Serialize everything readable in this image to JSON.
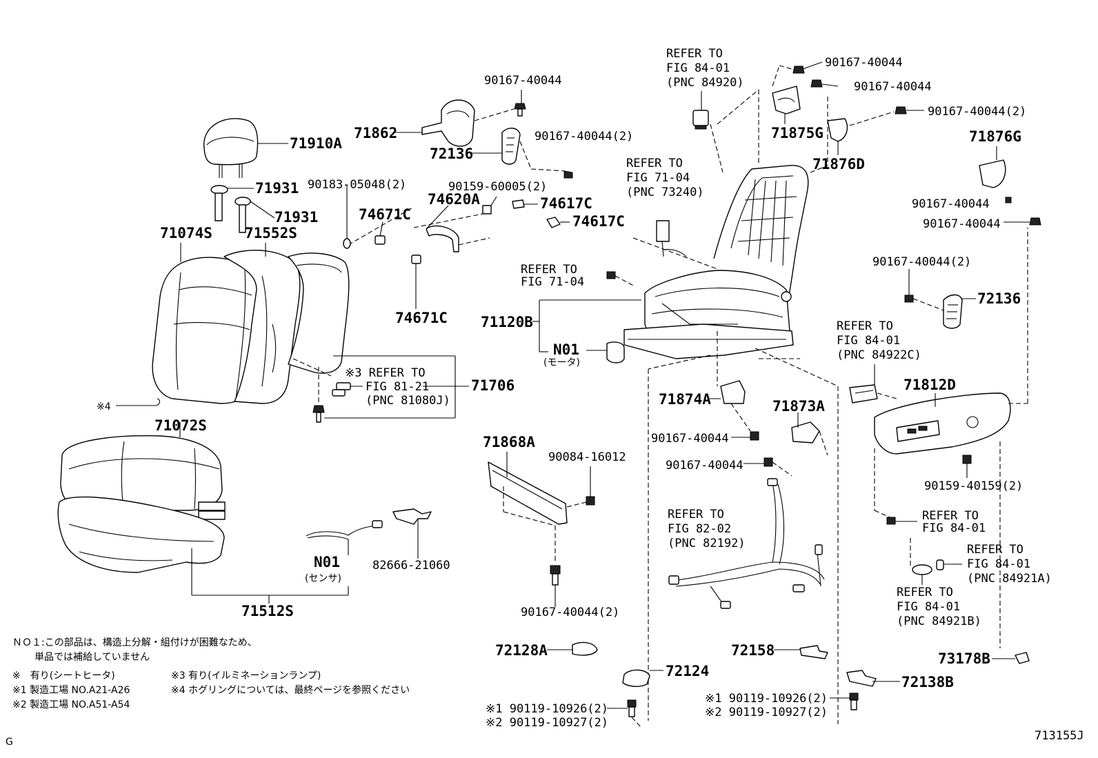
{
  "diagram_code": "713155J",
  "corner_mark": "G",
  "labels": {
    "p71910A": "71910A",
    "p71931a": "71931",
    "p71931b": "71931",
    "p71074S": "71074S",
    "p71552S": "71552S",
    "p71862": "71862",
    "p72136a": "72136",
    "p90167_top": "90167-40044",
    "p90167_2_top": "90167-40044(2)",
    "p90183": "90183-05048(2)",
    "p90159_60005": "90159-60005(2)",
    "p74620A": "74620A",
    "p74671Ca": "74671C",
    "p74617Ca": "74617C",
    "p74617Cb": "74617C",
    "p74671Cb": "74671C",
    "p71706": "71706",
    "ref81_1": "※3 REFER TO",
    "ref81_2": "FIG 81-21",
    "ref81_3": "(PNC 81080J)",
    "note4": "※4",
    "p71072S": "71072S",
    "p71512S": "71512S",
    "n01_sensor": "N01",
    "n01_sensor_sub": "(センサ)",
    "p82666": "82666-21060",
    "p71868A": "71868A",
    "p90084": "90084-16012",
    "p90167_2_bot": "90167-40044(2)",
    "ref84_top_1": "REFER TO",
    "ref84_top_2": "FIG 84-01",
    "ref84_top_3": "(PNC 84920)",
    "ref71_04a_1": "REFER TO",
    "ref71_04a_2": "FIG 71-04",
    "ref71_04a_3": "(PNC 73240)",
    "ref71_04b_1": "REFER TO",
    "ref71_04b_2": "FIG 71-04",
    "p71120B": "71120B",
    "n01_motor": "N01",
    "n01_motor_sub": "(モータ)",
    "p90167_r1": "90167-40044",
    "p90167_r2": "90167-40044",
    "p90167_r3": "90167-40044(2)",
    "p71875G": "71875G",
    "p71876D": "71876D",
    "p71876G": "71876G",
    "p90167_r4": "90167-40044",
    "p90167_r5": "90167-40044",
    "p90167_r6": "90167-40044(2)",
    "p72136b": "72136",
    "ref84c_1": "REFER TO",
    "ref84c_2": "FIG 84-01",
    "ref84c_3": "(PNC 84922C)",
    "p71812D": "71812D",
    "p71874A": "71874A",
    "p71873A": "71873A",
    "p90167_m1": "90167-40044",
    "p90167_m2": "90167-40044",
    "p90159_40159": "90159-40159(2)",
    "ref82_1": "REFER TO",
    "ref82_2": "FIG 82-02",
    "ref82_3": "(PNC 82192)",
    "ref84d_1": "REFER TO",
    "ref84d_2": "FIG 84-01",
    "ref84a_1": "REFER TO",
    "ref84a_2": "FIG 84-01",
    "ref84a_3": "(PNC 84921A)",
    "ref84b_1": "REFER TO",
    "ref84b_2": "FIG 84-01",
    "ref84b_3": "(PNC 84921B)",
    "p72128A": "72128A",
    "p72124": "72124",
    "p72158": "72158",
    "p73178B": "73178B",
    "p72138B": "72138B",
    "bolt_l1": "※1 90119-10926(2)",
    "bolt_l2": "※2 90119-10927(2)",
    "bolt_r1": "※1 90119-10926(2)",
    "bolt_r2": "※2 90119-10927(2)"
  },
  "notes": {
    "n01_line1": "ＮＯ１:この部品は、構造上分解・組付けが困難なため、",
    "n01_line2": "単品では補給していません",
    "mark_line": "※　有り(シートヒータ)",
    "mark3_line": "※3 有り(イルミネーションランプ)",
    "mark1_line": "※1 製造工場 NO.A21-A26",
    "mark4_line": "※4 ホグリングについては、最終ページを参照ください",
    "mark2_line": "※2 製造工場 NO.A51-A54"
  }
}
